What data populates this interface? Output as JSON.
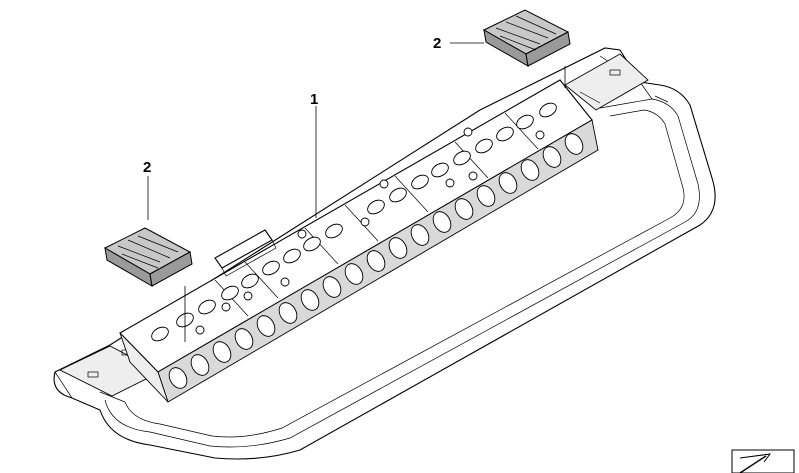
{
  "callouts": [
    {
      "id": "1",
      "label": "1"
    },
    {
      "id": "2a",
      "label": "2"
    },
    {
      "id": "2b",
      "label": "2"
    }
  ],
  "colors": {
    "line": "#000000",
    "background": "#ffffff",
    "shade": "#d9d9d9",
    "pad": "#c8c8c8"
  },
  "icons": {
    "corner": "arrow-icon"
  }
}
